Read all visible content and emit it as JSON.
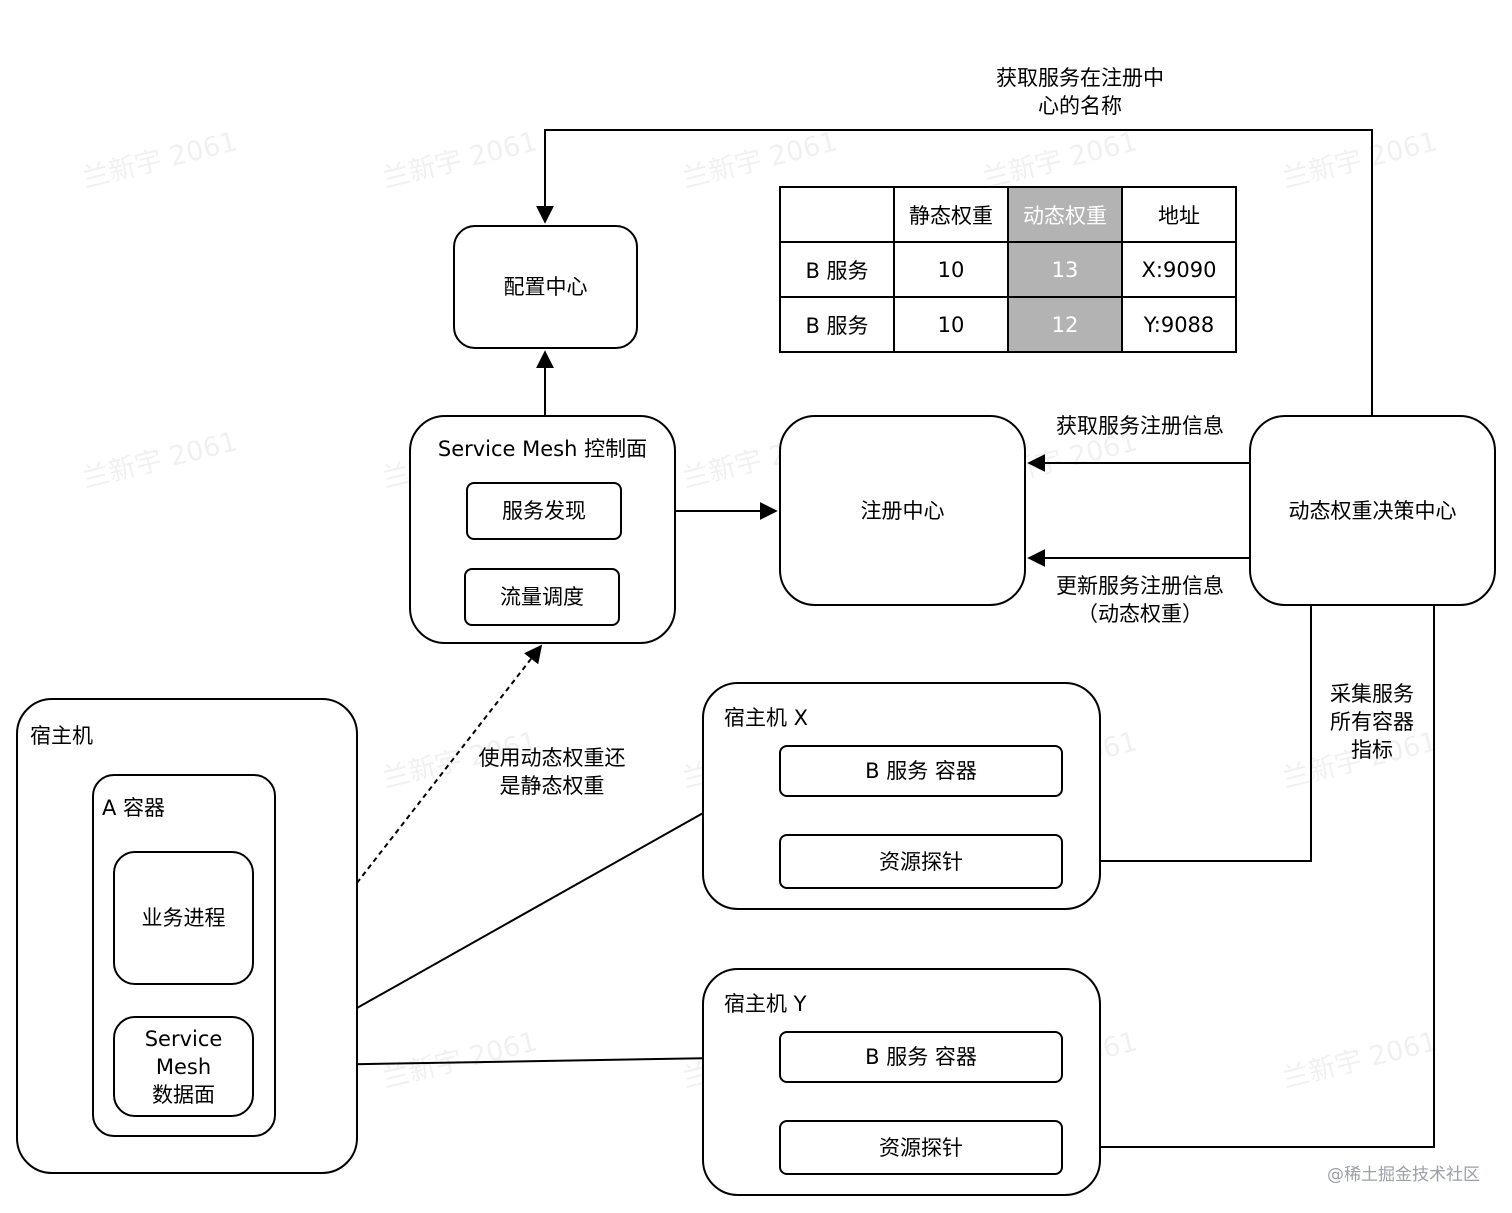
{
  "nodes": {
    "config_center": "配置中心",
    "control_plane": "Service Mesh 控制面",
    "service_discovery": "服务发现",
    "traffic_scheduling": "流量调度",
    "registry": "注册中心",
    "decision_center": "动态权重决策中心",
    "host": "宿主机",
    "container_a": "A 容器",
    "business_process": "业务进程",
    "data_plane": "Service\nMesh\n数据面",
    "host_x": "宿主机 X",
    "host_y": "宿主机 Y",
    "b_container": "B 服务 容器",
    "resource_probe": "资源探针"
  },
  "edges": {
    "get_name": "获取服务在注册中\n心的名称",
    "get_registration": "获取服务注册信息",
    "update_registration": "更新服务注册信息\n（动态权重）",
    "dynamic_or_static": "使用动态权重还\n是静态权重",
    "collect_metrics": "采集服务\n所有容器\n指标"
  },
  "table": {
    "headers": [
      "",
      "静态权重",
      "动态权重",
      "地址"
    ],
    "rows": [
      [
        "B 服务",
        "10",
        "13",
        "X:9090"
      ],
      [
        "B 服务",
        "10",
        "12",
        "Y:9088"
      ]
    ],
    "highlight_column": 2,
    "highlight_color": "#b3b3b3"
  },
  "watermark": "兰新宇 2061",
  "footer": "@稀土掘金技术社区"
}
